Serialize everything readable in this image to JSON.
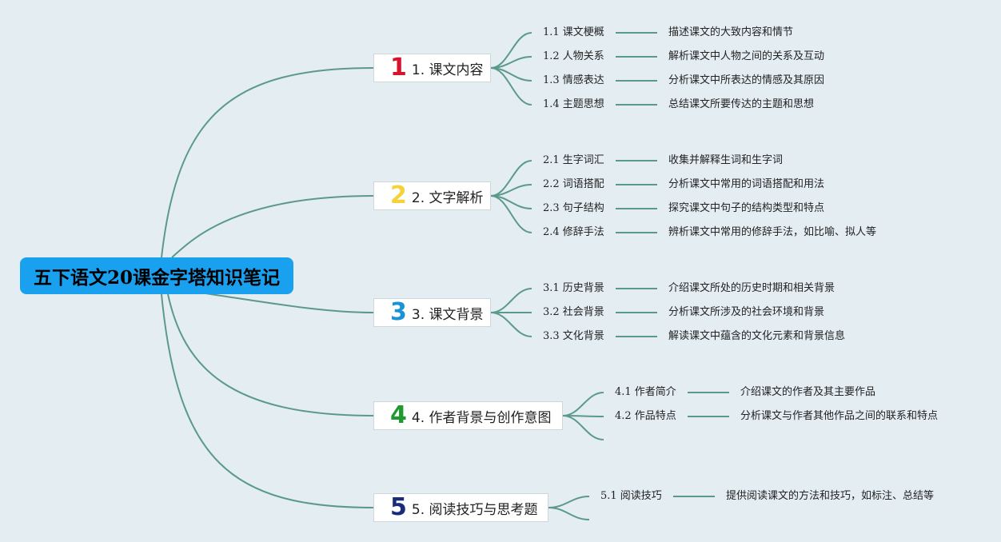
{
  "root": {
    "title": "五下语文20课金字塔知识笔记"
  },
  "colors": {
    "link": "#5b9a8a",
    "root_bg": "#19a0ef",
    "node_bg": "#ffffff"
  },
  "branches": [
    {
      "num": "1",
      "num_color": "#d8142c",
      "label": "1. 课文内容",
      "items": [
        {
          "label": "1.1 课文梗概",
          "desc": "描述课文的大致内容和情节"
        },
        {
          "label": "1.2 人物关系",
          "desc": "解析课文中人物之间的关系及互动"
        },
        {
          "label": "1.3 情感表达",
          "desc": "分析课文中所表达的情感及其原因"
        },
        {
          "label": "1.4 主题思想",
          "desc": "总结课文所要传达的主题和思想"
        }
      ]
    },
    {
      "num": "2",
      "num_color": "#f3d23a",
      "label": "2. 文字解析",
      "items": [
        {
          "label": "2.1 生字词汇",
          "desc": "收集并解释生词和生字词"
        },
        {
          "label": "2.2 词语搭配",
          "desc": "分析课文中常用的词语搭配和用法"
        },
        {
          "label": "2.3 句子结构",
          "desc": "探究课文中句子的结构类型和特点"
        },
        {
          "label": "2.4 修辞手法",
          "desc": "辨析课文中常用的修辞手法，如比喻、拟人等"
        }
      ]
    },
    {
      "num": "3",
      "num_color": "#1a93d6",
      "label": "3. 课文背景",
      "items": [
        {
          "label": "3.1 历史背景",
          "desc": "介绍课文所处的历史时期和相关背景"
        },
        {
          "label": "3.2 社会背景",
          "desc": "分析课文所涉及的社会环境和背景"
        },
        {
          "label": "3.3 文化背景",
          "desc": "解读课文中蕴含的文化元素和背景信息"
        }
      ]
    },
    {
      "num": "4",
      "num_color": "#1f9a2e",
      "label": "4. 作者背景与创作意图",
      "items": [
        {
          "label": "4.1 作者简介",
          "desc": "介绍课文的作者及其主要作品"
        },
        {
          "label": "4.2 作品特点",
          "desc": "分析课文与作者其他作品之间的联系和特点"
        },
        {
          "label": "",
          "desc": ""
        }
      ]
    },
    {
      "num": "5",
      "num_color": "#1c2a7a",
      "label": "5. 阅读技巧与思考题",
      "items": [
        {
          "label": "5.1 阅读技巧",
          "desc": "提供阅读课文的方法和技巧，如标注、总结等"
        },
        {
          "label": "",
          "desc": ""
        }
      ]
    }
  ]
}
